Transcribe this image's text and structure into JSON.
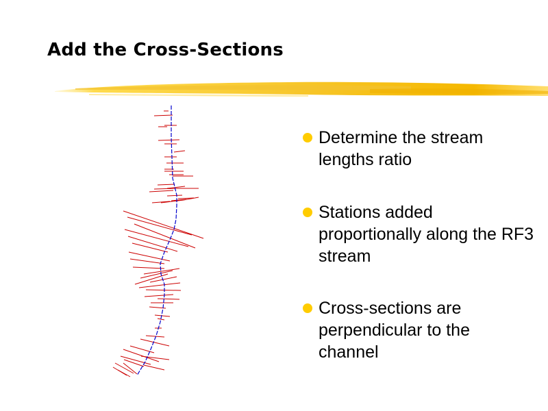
{
  "slide": {
    "title": "Add the Cross-Sections",
    "accent_color": "#FFCC00",
    "brush_colors": [
      "#F5C518",
      "#FFD23A",
      "#F2B800",
      "#FFE066"
    ],
    "bullets": [
      {
        "text": "Determine the stream lengths ratio"
      },
      {
        "text": "Stations added proportionally along the RF3 stream"
      },
      {
        "text": "Cross-sections are perpendicular to the channel"
      }
    ]
  },
  "diagram": {
    "description": "Stream centerline with cross-section lines",
    "stream_color": "#0000CC",
    "cross_section_color": "#CC0000",
    "stream_label": "RF3 stream"
  }
}
